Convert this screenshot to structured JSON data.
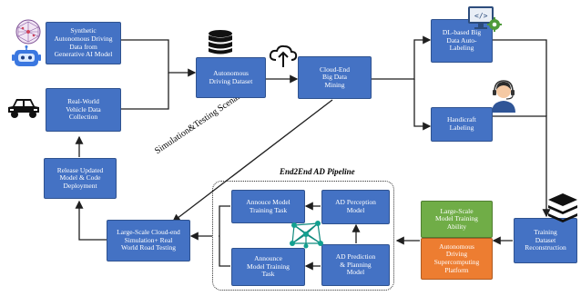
{
  "boxes": {
    "synthetic": "Synthetic\nAutonomous Driving\nData from\nGenerative AI Model",
    "realworld": "Real-World\nVehicle Data\nCollection",
    "release": "Release Updated\nModel & Code\nDeployment",
    "largescale_sim": "Large-Scale Cloud-end\nSimulation+ Real\nWorld Road Testing",
    "ad_dataset": "Autonomous\nDriving Dataset",
    "cloud_mining": "Cloud-End\nBig Data\nMining",
    "dl_labeling": "DL-based Big\nData Auto-\nLabeling",
    "handicraft": "Handicraft\nLabeling",
    "training_recon": "Training\nDataset\nReconstruction",
    "model_training": "Large-Scale\nModel Training\nAbility",
    "supercomputing": "Autonomous\nDriving\nSupercomputing\nPlatform",
    "announce_top": "Annouce Model\nTraining Task",
    "announce_bottom": "Announce\nModel Training\nTask",
    "perception": "AD Perception\nModel",
    "prediction": "AD Prediction\n& Planning\nModel"
  },
  "labels": {
    "pipeline_title": "End2End AD Pipeline",
    "scenarios": "Simulation&Testing Scenarios"
  },
  "icons": [
    "neural-globe-icon",
    "robot-icon",
    "car-icon",
    "database-icon",
    "cloud-upload-icon",
    "code-monitor-gear-icon",
    "headset-operator-icon",
    "layers-stack-icon",
    "network-graph-icon"
  ],
  "colors": {
    "box_blue": "#4472c4",
    "box_green": "#70ad47",
    "box_orange": "#ed7d31",
    "arrow": "#1f1f1f"
  }
}
